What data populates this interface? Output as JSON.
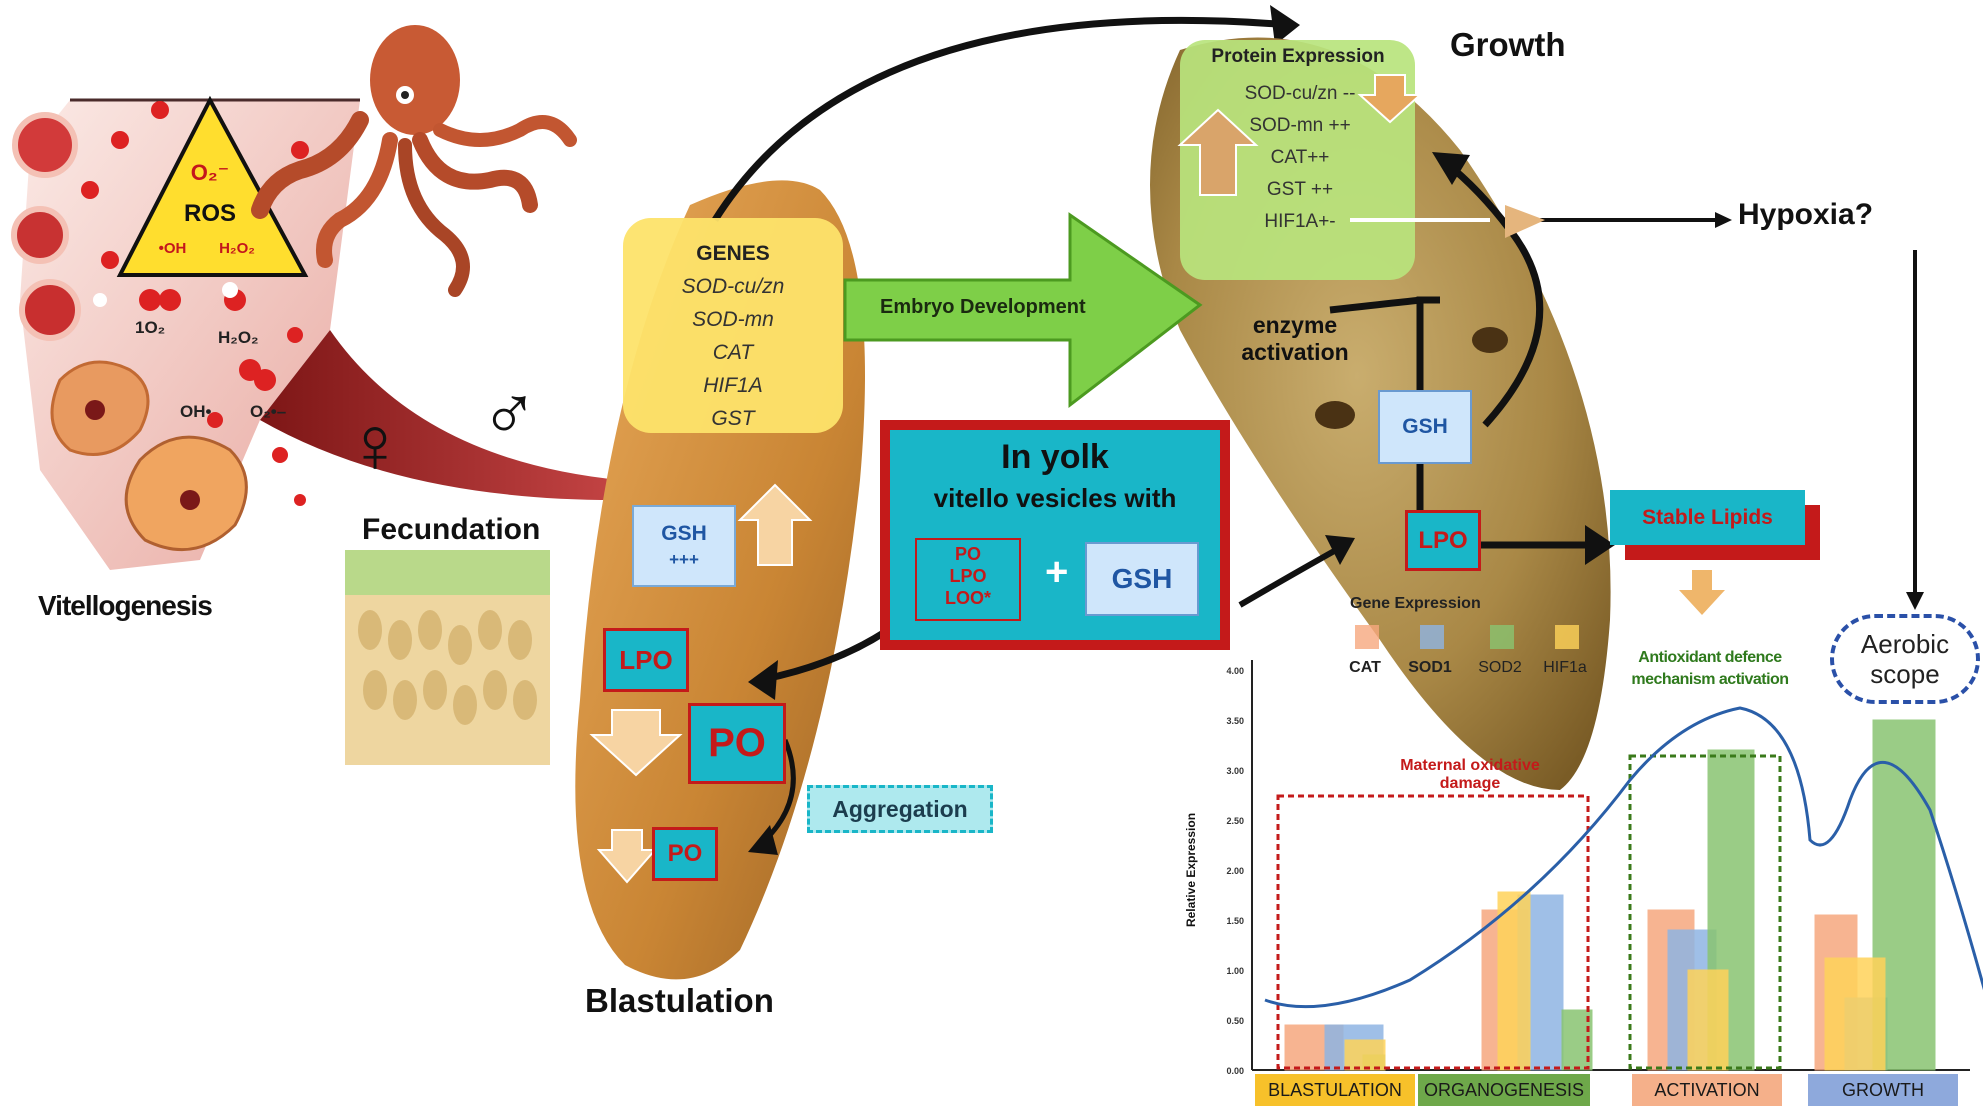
{
  "vitellogenesis": {
    "label": "Vitellogenesis",
    "ros_title": "ROS",
    "superoxide": "O₂⁻",
    "hydroxyl": "•OH",
    "peroxide": "H₂O₂",
    "singlet_oxygen": "1O₂",
    "peroxide_2": "H₂O₂",
    "hydroxyl_2": "OH•",
    "superoxide_2": "O₂•–"
  },
  "fecundation": {
    "label": "Fecundation",
    "female_symbol": "♀",
    "male_symbol": "♂"
  },
  "blastulation": {
    "label": "Blastulation",
    "genes_title": "GENES",
    "genes": [
      "SOD-cu/zn",
      "SOD-mn",
      "CAT",
      "HIF1A",
      "GST"
    ],
    "gsh_label": "GSH",
    "gsh_level": "+++",
    "lpo_label": "LPO",
    "po_label": "PO",
    "po_small_label": "PO",
    "aggregation_label": "Aggregation"
  },
  "embryo_development": "Embryo Development",
  "yolk": {
    "title": "In yolk",
    "subtitle": "vitello vesicles with",
    "items": [
      "PO",
      "LPO",
      "LOO*"
    ],
    "plus": "+",
    "gsh": "GSH"
  },
  "growth": {
    "label": "Growth",
    "protein_title": "Protein Expression",
    "proteins": [
      "SOD-cu/zn --",
      "SOD-mn ++",
      "CAT++",
      "GST ++",
      "HIF1A+-"
    ],
    "enzyme_activation": "enzyme\nactivation",
    "gsh": "GSH",
    "lpo": "LPO",
    "stable_lipids": "Stable Lipids",
    "hypoxia": "Hypoxia?",
    "aerobic_scope": "Aerobic\nscope",
    "antioxidant": "Antioxidant defence\nmechanism activation"
  },
  "chart_data": {
    "type": "bar",
    "legend_title": "Gene Expression",
    "categories": [
      "BLASTULATION",
      "ORGANOGENESIS",
      "ACTIVATION",
      "GROWTH"
    ],
    "series": [
      {
        "name": "CAT",
        "color": "#f6a77e",
        "values": [
          0.45,
          1.6,
          1.6,
          1.55
        ]
      },
      {
        "name": "SOD1",
        "color": "#8fb4e3",
        "values": [
          0.45,
          1.75,
          1.4,
          0.72
        ]
      },
      {
        "name": "SOD2",
        "color": "#89c471",
        "values": [
          0.15,
          0.6,
          3.2,
          3.5
        ]
      },
      {
        "name": "HIF1a",
        "color": "#ffd35a",
        "values": [
          0.3,
          1.78,
          1.0,
          1.12
        ]
      }
    ],
    "yticks": [
      "0.00",
      "0.50",
      "1.00",
      "1.50",
      "2.00",
      "2.50",
      "3.00",
      "3.50",
      "4.00"
    ],
    "ylim": [
      0,
      4
    ],
    "ylabel": "Relative Expression",
    "annotation": "Maternal oxidative\ndamage",
    "stage_colors": [
      "#f7c12a",
      "#6ea84a",
      "#f5b08a",
      "#8ea9dc"
    ]
  }
}
